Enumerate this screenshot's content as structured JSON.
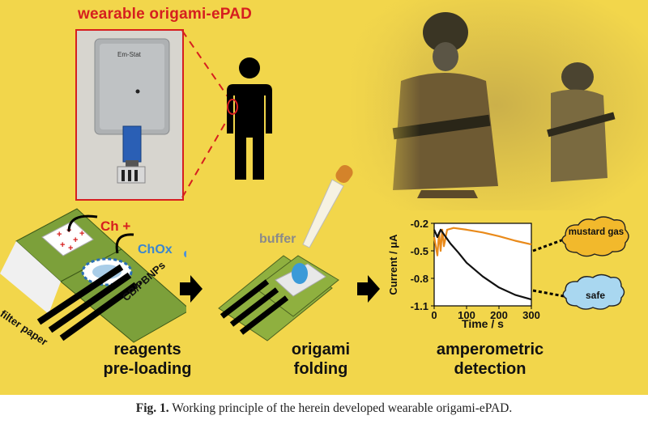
{
  "header": {
    "title": "wearable origami-ePAD"
  },
  "device": {
    "brand": "Em-Stat"
  },
  "labels": {
    "ch_plus": "Ch +",
    "chox": "ChOx",
    "cb_pbnps": "CB/PBNPs",
    "filter_paper": "filter paper",
    "buffer": "buffer"
  },
  "steps": {
    "s1_line1": "reagents",
    "s1_line2": "pre-loading",
    "s2_line1": "origami",
    "s2_line2": "folding",
    "s3_line1": "amperometric",
    "s3_line2": "detection"
  },
  "bubbles": {
    "mustard": "mustard gas",
    "safe": "safe"
  },
  "chart_data": {
    "type": "line",
    "title": "",
    "xlabel": "Time / s",
    "ylabel": "Current / μA",
    "xlim": [
      0,
      300
    ],
    "ylim": [
      -1.1,
      -0.2
    ],
    "x_ticks": [
      0,
      100,
      200,
      300
    ],
    "y_ticks": [
      -0.2,
      -0.5,
      -0.8,
      -1.1
    ],
    "x_tick_labels": [
      "0",
      "100",
      "200",
      "300"
    ],
    "y_tick_labels": [
      "-0.2",
      "-0.5",
      "-0.8",
      "-1.1"
    ],
    "series": [
      {
        "color": "#e98a1a",
        "x": [
          0,
          10,
          15,
          20,
          25,
          30,
          40,
          60,
          100,
          150,
          200,
          250,
          300
        ],
        "y": [
          -0.35,
          -0.55,
          -0.3,
          -0.5,
          -0.27,
          -0.45,
          -0.27,
          -0.25,
          -0.27,
          -0.3,
          -0.34,
          -0.39,
          -0.43
        ]
      },
      {
        "color": "#111111",
        "x": [
          0,
          10,
          20,
          30,
          50,
          75,
          100,
          150,
          200,
          250,
          300
        ],
        "y": [
          -0.27,
          -0.35,
          -0.27,
          -0.32,
          -0.42,
          -0.52,
          -0.63,
          -0.78,
          -0.9,
          -0.98,
          -1.03
        ]
      }
    ]
  },
  "caption": {
    "prefix": "Fig. 1.",
    "text": " Working principle of the herein developed wearable origami-ePAD."
  }
}
